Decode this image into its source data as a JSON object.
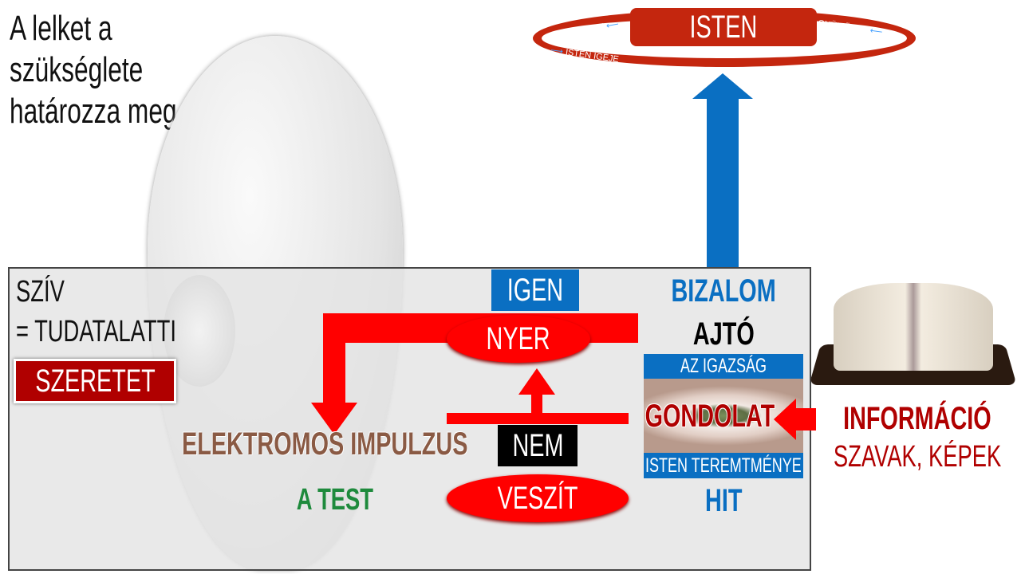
{
  "title": [
    "A lelket a",
    "szükséglete",
    "határozza meg"
  ],
  "top": {
    "isten": "ISTEN",
    "szeretet": "SZERETET",
    "gyumolcs": "GYÜMÖLCS",
    "isten_igeje": "ISTEN IGÉJE"
  },
  "heart": {
    "sziv": "SZÍV",
    "tudatalatti": "= TUDATALATTI",
    "szeretet": "SZERETET"
  },
  "center": {
    "igen": "IGEN",
    "nyer": "NYER",
    "nem": "NEM",
    "veszit": "VESZÍT",
    "impulzus": "ELEKTROMOS IMPULZUS",
    "test": "A TEST"
  },
  "right": {
    "bizalom": "BIZALOM",
    "ajto": "AJTÓ",
    "igazsag": "AZ IGAZSÁG",
    "gondolat": "GONDOLAT",
    "teremtmeny": "ISTEN TEREMTMÉNYE",
    "hit": "HIT"
  },
  "info": {
    "informacio": "INFORMÁCIÓ",
    "szavak": "SZAVAK, KÉPEK"
  },
  "colors": {
    "red": "#ff0000",
    "blue": "#0a6fc2",
    "darkred": "#b00000",
    "green": "#1e8a3c",
    "brown": "#8a5a44"
  }
}
